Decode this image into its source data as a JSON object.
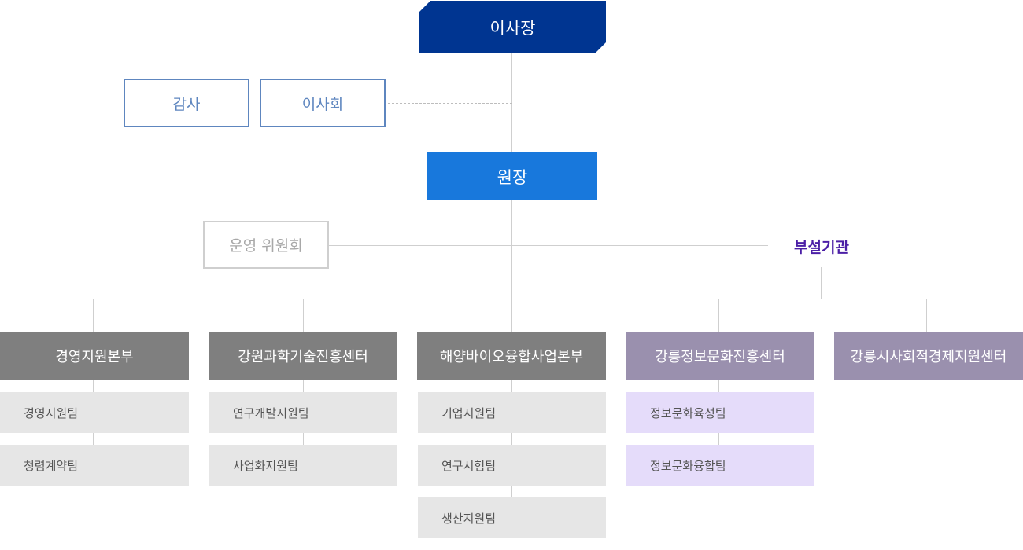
{
  "chairman": "이사장",
  "auditor": "감사",
  "board": "이사회",
  "director": "원장",
  "steering_committee": "운영 위원회",
  "affiliated_label": "부설기관",
  "departments": [
    {
      "name": "경영지원본부",
      "teams": [
        "경영지원팀",
        "청렴계약팀"
      ]
    },
    {
      "name": "강원과학기술진흥센터",
      "teams": [
        "연구개발지원팀",
        "사업화지원팀"
      ]
    },
    {
      "name": "해양바이오융합사업본부",
      "teams": [
        "기업지원팀",
        "연구시험팀",
        "생산지원팀"
      ]
    },
    {
      "name": "강릉정보문화진흥센터",
      "teams": [
        "정보문화육성팀",
        "정보문화융합팀"
      ]
    },
    {
      "name": "강릉시사회적경제지원센터",
      "teams": []
    }
  ],
  "colors": {
    "chairman": "#003591",
    "director": "#1878dc",
    "department_gray": "#7f7f7f",
    "department_purple": "#9a90ae",
    "team_gray": "#e6e6e6",
    "team_purple": "#e5dcfa",
    "affiliated_label": "#4b1fa6"
  }
}
